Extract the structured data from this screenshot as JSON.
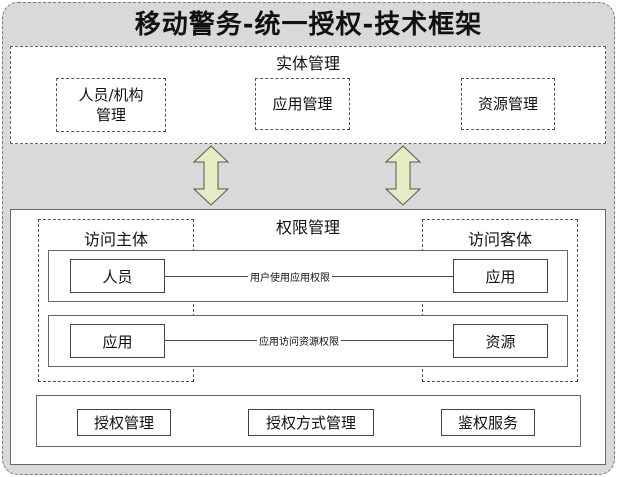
{
  "title": "移动警务-统一授权-技术框架",
  "entity_management": {
    "label": "实体管理",
    "items": [
      "人员/机构\n管理",
      "应用管理",
      "资源管理"
    ]
  },
  "permission_management": {
    "label": "权限管理",
    "subject": {
      "label": "访问主体",
      "items": [
        "人员",
        "应用"
      ]
    },
    "object": {
      "label": "访问客体",
      "items": [
        "应用",
        "资源"
      ]
    },
    "relations": [
      "用户使用应用权限",
      "应用访问资源权限"
    ],
    "services": [
      "授权管理",
      "授权方式管理",
      "鉴权服务"
    ]
  },
  "colors": {
    "background": "#d9d9d9",
    "panel": "#ffffff",
    "arrow_fill": "#e6ecc4",
    "border": "#666666"
  }
}
